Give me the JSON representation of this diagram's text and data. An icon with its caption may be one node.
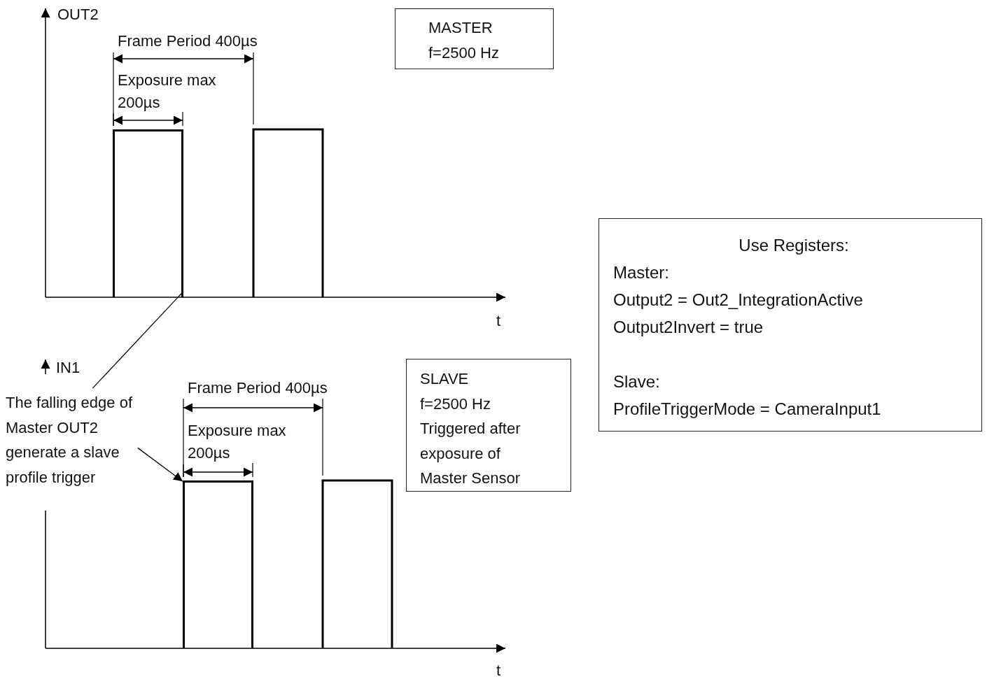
{
  "diagram": {
    "nodes": [
      {
        "text": [
          "MASTER",
          "f=2500 Hz"
        ]
      },
      {
        "text": [],
        "shape": "box"
      },
      {
        "text": [
          "The falling edge of Master OUT2 generate a slave profile trigger"
        ]
      },
      {
        "text": [
          "SLAVE",
          "f=2500 Hz",
          "Triggered after exposure of Master Sensor"
        ]
      },
      {
        "text": [],
        "shape": "box"
      },
      {
        "text": [
          "Use Registers:",
          "Master:",
          "Output2 = Out2_IntegrationActive",
          "Output2Invert = true",
          "Slave:",
          "ProfileTriggerMode = CameraInput1"
        ]
      }
    ],
    "edges": [
      {
        "from": 2,
        "to": 1,
        "arrow": "none"
      },
      {
        "from": 2,
        "to": 4,
        "arrow": "to"
      }
    ],
    "labels": [
      "OUT2",
      "Frame Period 400µs",
      "Exposure max 200µs",
      "t",
      "IN1",
      "Frame Period 400µs",
      "Exposure max 200µs",
      "t"
    ]
  }
}
